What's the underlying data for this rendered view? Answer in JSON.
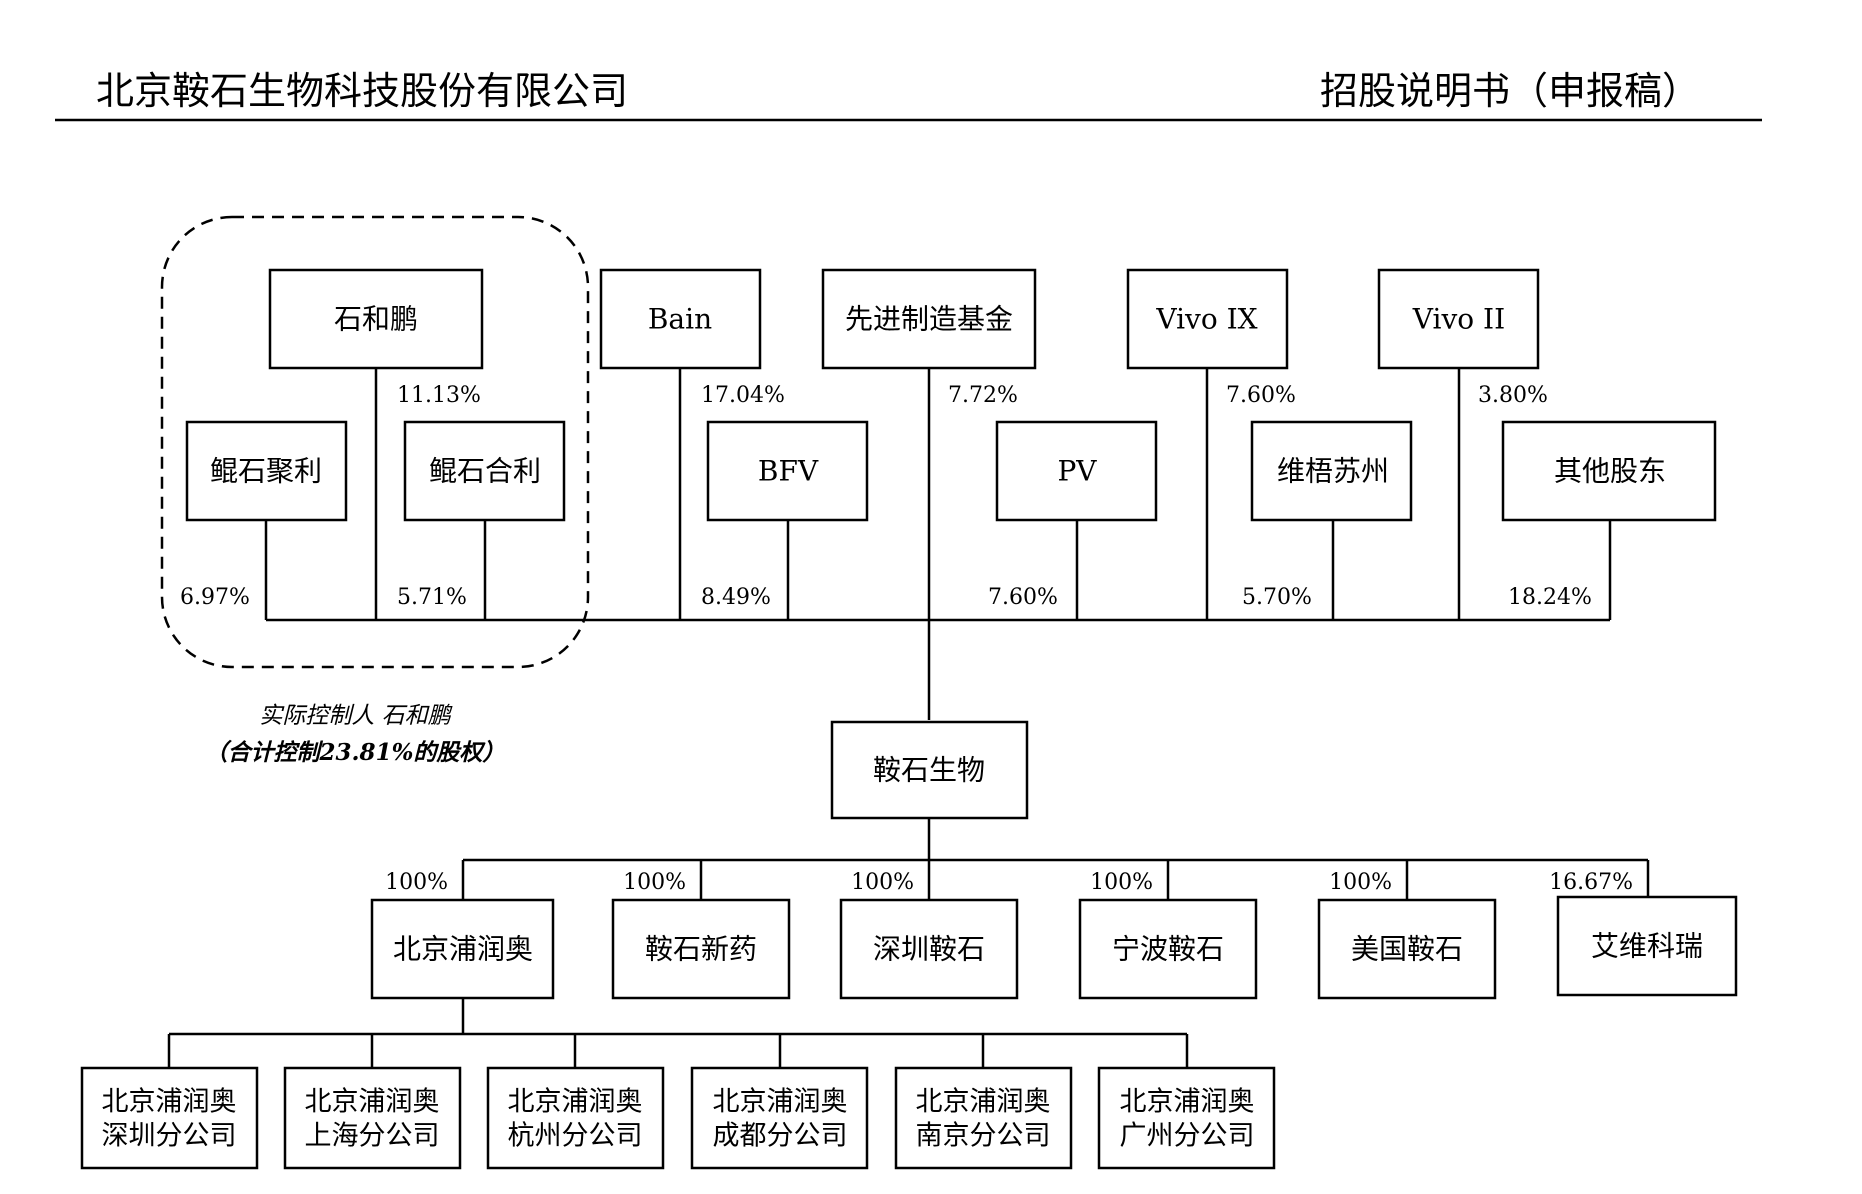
{
  "header": {
    "company": "北京鞍石生物科技股份有限公司",
    "document": "招股说明书（申报稿）"
  },
  "controller_note": {
    "line1": "实际控制人 石和鹏",
    "line2": "（合计控制23.81%的股权）"
  },
  "nodes": {
    "shi_hepeng": "石和鹏",
    "kunshi_juli": "鲲石聚利",
    "kunshi_heli": "鲲石合利",
    "bain": "Bain",
    "bfv": "BFV",
    "advanced_fund": "先进制造基金",
    "pv": "PV",
    "vivo_ix": "Vivo IX",
    "weiwu_suzhou": "维梧苏州",
    "vivo_ii": "Vivo II",
    "others": "其他股东",
    "company": "鞍石生物",
    "bj_purunao": "北京浦润奥",
    "anshi_xinyao": "鞍石新药",
    "shenzhen_anshi": "深圳鞍石",
    "ningbo_anshi": "宁波鞍石",
    "us_anshi": "美国鞍石",
    "aiwei_kerui": "艾维科瑞"
  },
  "branches": [
    {
      "line1": "北京浦润奥",
      "line2": "深圳分公司"
    },
    {
      "line1": "北京浦润奥",
      "line2": "上海分公司"
    },
    {
      "line1": "北京浦润奥",
      "line2": "杭州分公司"
    },
    {
      "line1": "北京浦润奥",
      "line2": "成都分公司"
    },
    {
      "line1": "北京浦润奥",
      "line2": "南京分公司"
    },
    {
      "line1": "北京浦润奥",
      "line2": "广州分公司"
    }
  ],
  "shareholdings": {
    "shi_hepeng": "11.13%",
    "kunshi_juli": "6.97%",
    "kunshi_heli": "5.71%",
    "bain": "17.04%",
    "bfv": "8.49%",
    "advanced_fund": "7.72%",
    "pv": "7.60%",
    "vivo_ix": "7.60%",
    "weiwu_suzhou": "5.70%",
    "vivo_ii": "3.80%",
    "others": "18.24%"
  },
  "subsidiary_holdings": {
    "bj_purunao": "100%",
    "anshi_xinyao": "100%",
    "shenzhen_anshi": "100%",
    "ningbo_anshi": "100%",
    "us_anshi": "100%",
    "aiwei_kerui": "16.67%"
  }
}
